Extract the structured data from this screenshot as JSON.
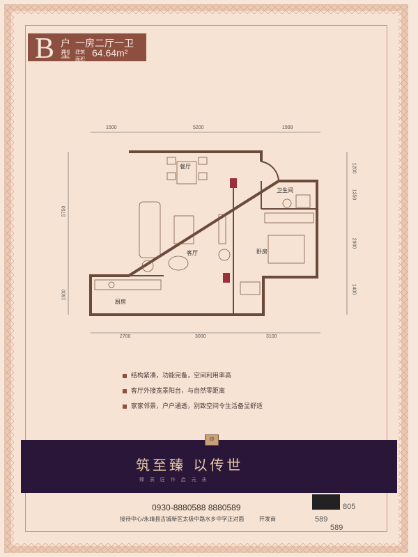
{
  "badge": {
    "letter": "B",
    "hu": "户",
    "xing": "型",
    "layout": "一房二厅一卫",
    "area_label": "建筑面积",
    "area": "64.64m²"
  },
  "dimensions": {
    "top": [
      "1500",
      "5200",
      "1999"
    ],
    "bottom": [
      "2700",
      "3000",
      "3100"
    ],
    "left": [
      "5750",
      "1600"
    ],
    "right": [
      "1200",
      "1350",
      "2900",
      "1400"
    ]
  },
  "rooms": {
    "dining": "餐厅",
    "living": "客厅",
    "bedroom": "卧房",
    "bathroom": "卫生间",
    "kitchen": "厨房"
  },
  "features": [
    "结构紧凑，功能完备，空间利用率高",
    "客厅外接宽景阳台，与自然零距离",
    "家家邻景，户户通透，别致空间令生活备显舒适"
  ],
  "slogan": {
    "main": "筑至臻   以传世",
    "sub": "臻 质 匠 作        启 元 永"
  },
  "contact": {
    "phone": "0930-8880588  8880589",
    "address": "接待中心/永靖县古城新区太极中路水乡中学正对面",
    "developer": "开发商"
  },
  "overlay": {
    "t1": "805",
    "t2": "589",
    "t3": "589"
  },
  "colors": {
    "accent": "#8d4f3f",
    "band": "#2a1638",
    "paper": "#f7e3d3"
  }
}
